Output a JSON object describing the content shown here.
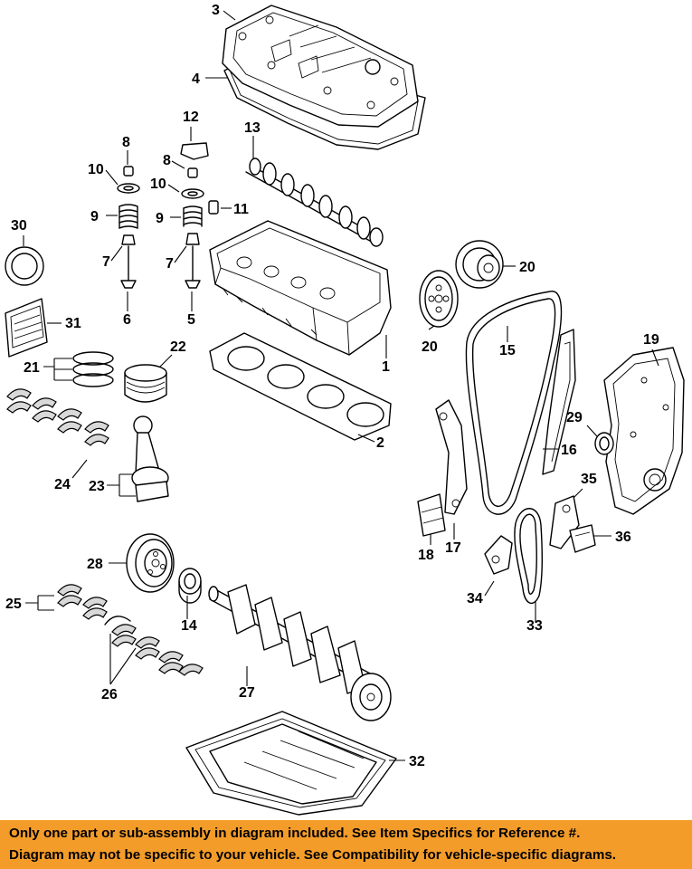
{
  "callouts": [
    "1",
    "2",
    "3",
    "4",
    "5",
    "6",
    "7",
    "7",
    "8",
    "8",
    "9",
    "9",
    "10",
    "10",
    "11",
    "12",
    "13",
    "14",
    "15",
    "16",
    "17",
    "18",
    "19",
    "20",
    "20",
    "21",
    "22",
    "23",
    "24",
    "25",
    "26",
    "27",
    "28",
    "29",
    "30",
    "31",
    "32",
    "33",
    "34",
    "35",
    "36"
  ],
  "notice": {
    "line1": "Only one part or sub-assembly in diagram included. See Item Specifics for Reference #.",
    "line2": "Diagram may not be specific to your vehicle. See Compatibility for vehicle-specific diagrams."
  },
  "colors": {
    "banner": "#f39c2a",
    "line": "#000000",
    "background": "#ffffff"
  }
}
